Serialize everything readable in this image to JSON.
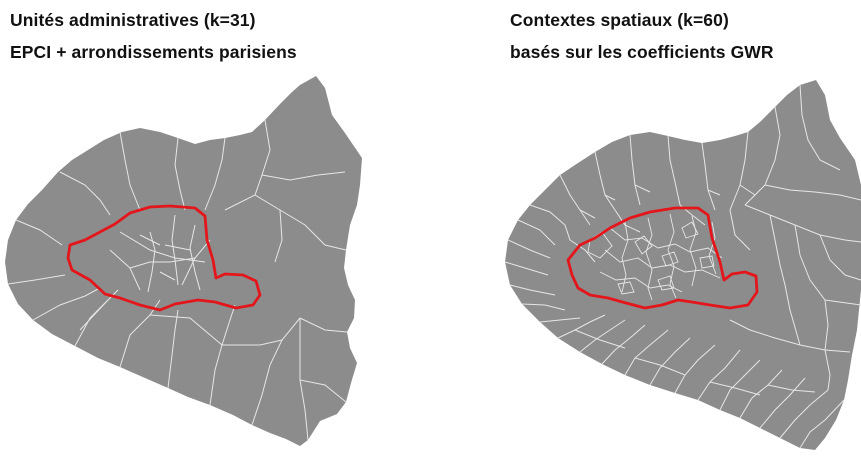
{
  "left_panel": {
    "title_line_1": "Unités administratives (k=31)",
    "title_line_2": "EPCI + arrondissements parisiens"
  },
  "right_panel": {
    "title_line_1": "Contextes spatiaux (k=60)",
    "title_line_2": "basés sur les coefficients GWR"
  },
  "colors": {
    "region_fill": "#8c8c8c",
    "boundary_stroke": "#e6e6e6",
    "highlight_outline": "#e3161b",
    "background": "#ffffff"
  }
}
